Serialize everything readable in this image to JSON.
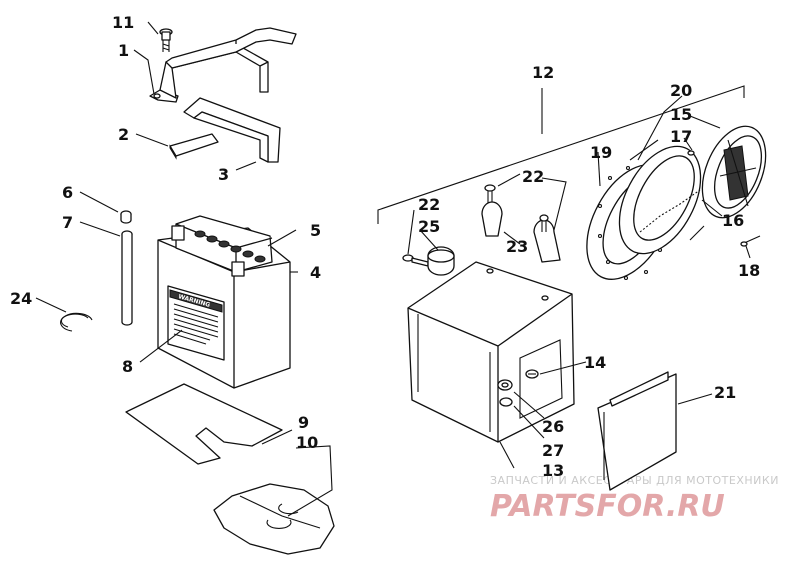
{
  "callouts": {
    "c1": "1",
    "c2": "2",
    "c3": "3",
    "c4": "4",
    "c5": "5",
    "c6": "6",
    "c7": "7",
    "c8": "8",
    "c9": "9",
    "c10": "10",
    "c11": "11",
    "c12": "12",
    "c13": "13",
    "c14": "14",
    "c15": "15",
    "c16": "16",
    "c17": "17",
    "c18": "18",
    "c19": "19",
    "c20": "20",
    "c21": "21",
    "c22a": "22",
    "c22b": "22",
    "c23": "23",
    "c24": "24",
    "c25": "25",
    "c26": "26",
    "c27": "27"
  },
  "battery_label": "WARNING",
  "watermark": {
    "tagline": "ЗАПЧАСТИ И АКСЕССУАРЫ ДЛЯ МОТОТЕХНИКИ",
    "logo": "PARTSFOR.RU",
    "logo_color": "#e3a7a9"
  }
}
